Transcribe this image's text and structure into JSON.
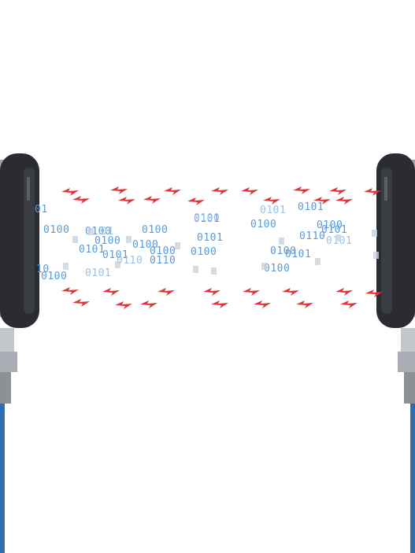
{
  "scene": {
    "colors": {
      "background": "#ffffff",
      "bits": "#5b9bd6",
      "bolts": "#e0333a",
      "device_body": "#2a2c31",
      "device_metal": "#b9bcc1",
      "cable": "#2f6fb0"
    },
    "icons": [
      "left-wireless-sensor-icon",
      "right-wireless-sensor-icon",
      "lightning-bolt-icon"
    ],
    "bit_labels": [
      "01",
      "0100",
      "0100",
      "01",
      "0100",
      "0100",
      "0101",
      "0101",
      "0110",
      "0100",
      "0110",
      "10",
      "0100",
      "0101",
      "0100",
      "0101",
      "0100",
      "0101",
      "0101",
      "0101",
      "0100",
      "0100",
      "0110",
      "0101",
      "0101",
      "0100",
      "0101",
      "0100",
      "0100"
    ]
  }
}
